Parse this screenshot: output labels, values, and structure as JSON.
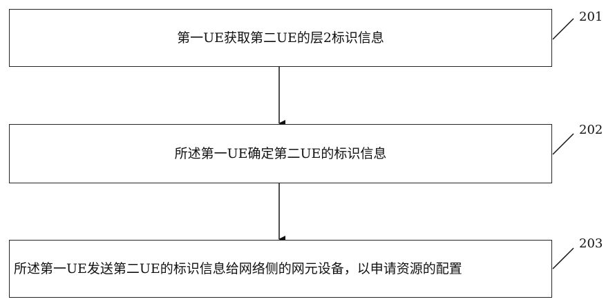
{
  "steps": [
    {
      "text": "第一UE获取第二UE的层2标识信息",
      "label": "201"
    },
    {
      "text": "所述第一UE确定第二UE的标识信息",
      "label": "202"
    },
    {
      "text": "所述第一UE发送第二UE的标识信息给网络侧的网元设备，以申请资源的配置",
      "label": "203"
    }
  ]
}
